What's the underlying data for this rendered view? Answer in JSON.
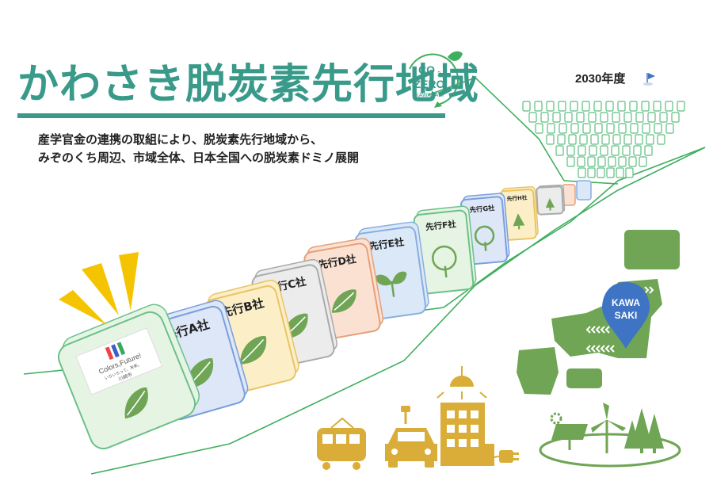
{
  "title": "かわさき脱炭素先行地域",
  "subtitle_lines": [
    "産学官金の連携の取組により、脱炭素先行地域から、",
    "みぞのくち周辺、市域全体、日本全国への脱炭素ドミノ展開"
  ],
  "target_year": "2030年度",
  "logo": {
    "line1": "CO",
    "subscript": "2",
    "line2": "ZERO",
    "line3": "KAWASAKI"
  },
  "first_card": {
    "logo_text": "Colors,Future!",
    "logo_small": "いろいろって、未来。",
    "city": "川崎市"
  },
  "companies": [
    {
      "label": "先行A社",
      "icon": "leaf-icon"
    },
    {
      "label": "先行B社",
      "icon": "leaf-icon"
    },
    {
      "label": "先行C社",
      "icon": "leaf-icon"
    },
    {
      "label": "先行D社",
      "icon": "leaf-icon"
    },
    {
      "label": "先行E社",
      "icon": "sprout-icon"
    },
    {
      "label": "先行F社",
      "icon": "tree-icon"
    },
    {
      "label": "先行G社",
      "icon": "tree-icon"
    },
    {
      "label": "先行H社",
      "icon": "pine-tree-icon"
    },
    {
      "label": "",
      "icon": "pine-tree-icon"
    }
  ],
  "map_pin_label": [
    "KAWA",
    "SAKI"
  ],
  "bottom_icons": [
    "train-icon",
    "electric-car-icon",
    "building-icon",
    "plug-icon",
    "solar-panel-icon",
    "wind-turbine-icon",
    "forest-icon"
  ],
  "colors": {
    "title": "#3a9a8a",
    "accent_teal": "#3a9a8a",
    "map_green": "#6fa554",
    "icon_gold": "#d9ad37",
    "pin_blue": "#3f74c4",
    "line_green": "#3fae5e"
  }
}
